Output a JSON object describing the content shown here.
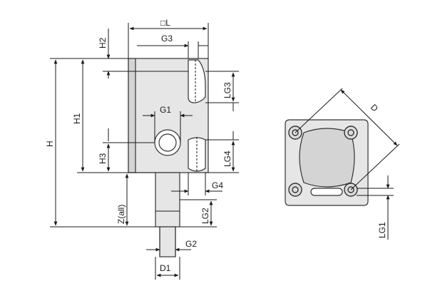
{
  "labels": {
    "l": "□L",
    "g3_top": "G3",
    "h2": "H2",
    "lg3": "LG3",
    "h": "H",
    "h1": "H1",
    "g1": "G1",
    "h3": "H3",
    "lg4": "LG4",
    "g4": "G4",
    "z": "Z(all)",
    "lg2": "LG2",
    "g2": "G2",
    "d1": "D1",
    "d": "D",
    "lg1": "LG1"
  }
}
